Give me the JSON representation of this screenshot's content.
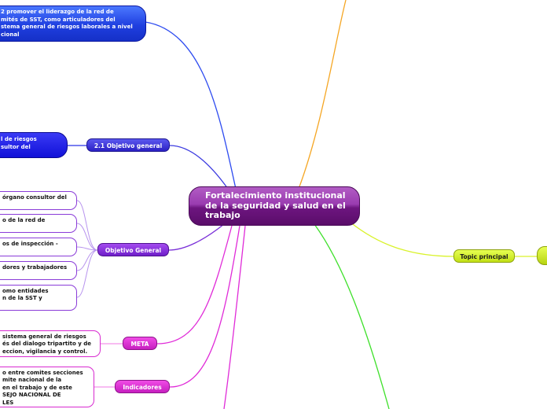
{
  "central": {
    "title": "Fortalecimiento institucional de la seguridad y salud en el trabajo"
  },
  "branches": {
    "objetivo_especifico_2": {
      "text": "2 promover el liderazgo de la red de\nmités de SST, como articuladores del\nstema general de riesgos laborales a nivel\ncional"
    },
    "objetivo_general_21": {
      "label": "2.1 Objetivo general",
      "child_text": "l de riesgos\nsultor del"
    },
    "objetivo_general": {
      "label": "Objetivo General",
      "children": [
        "órgano consultor del",
        "o de la red de",
        "os de inspección -",
        "dores y trabajadores",
        "omo entidades\nn de la SST y"
      ]
    },
    "meta": {
      "label": "META",
      "child_text": "sistema general de riesgos\nés del dialogo tripartito y de\neccion, vigilancia y control."
    },
    "indicadores": {
      "label": "Indicadores",
      "child_text": "o entre comites secciones\nmite nacional de la\nen el trabajo y de este\nSEJO NACIONAL DE\nLES"
    },
    "topic_principal": {
      "label": "Topic principal"
    }
  },
  "colors": {
    "central": "#7a1d8e",
    "blue": "#2d4bf0",
    "purple": "#7a2fd8",
    "magenta": "#e02bd8",
    "orange": "#f5a623",
    "yellow_green": "#d9f22a",
    "green": "#3ee02a"
  }
}
